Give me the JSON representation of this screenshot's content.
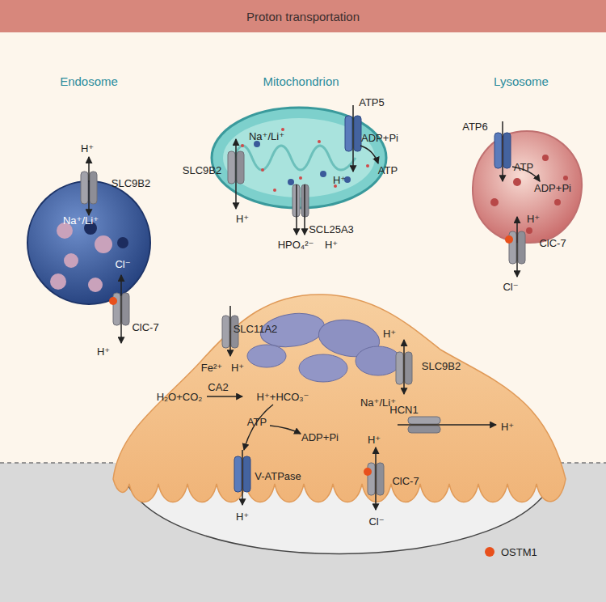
{
  "diagram": {
    "title": "Proton transportation",
    "nodes": [
      {
        "text": [
          "Endosome"
        ]
      },
      {
        "text": [
          "Mitochondrion"
        ]
      },
      {
        "text": [
          "Lysosome"
        ]
      }
    ],
    "labels": [
      "H⁺",
      "SLC9B2",
      "Na⁺/Li⁺",
      "Cl⁻",
      "ClC-7",
      "H⁺",
      "Na⁺/Li⁺",
      "ATP5",
      "ADP+Pi",
      "H⁺",
      "ATP",
      "SLC9B2",
      "H⁺",
      "SCL25A3",
      "HPO₄²⁻",
      "H⁺",
      "ATP6",
      "ATP",
      "ADP+Pi",
      "H⁺",
      "ClC-7",
      "Cl⁻",
      "SLC11A2",
      "H⁺",
      "SLC9B2",
      "Fe²⁺",
      "H⁺",
      "H₂O+CO₂",
      "CA2",
      "H⁺+HCO₃⁻",
      "Na⁺/Li⁺",
      "HCN1",
      "H⁺",
      "ATP",
      "ADP+Pi",
      "V-ATPase",
      "H⁺",
      "ClC-7",
      "H⁺",
      "Cl⁻"
    ],
    "legend": [
      {
        "text": "OSTM1",
        "color": "#e8501c"
      }
    ]
  }
}
